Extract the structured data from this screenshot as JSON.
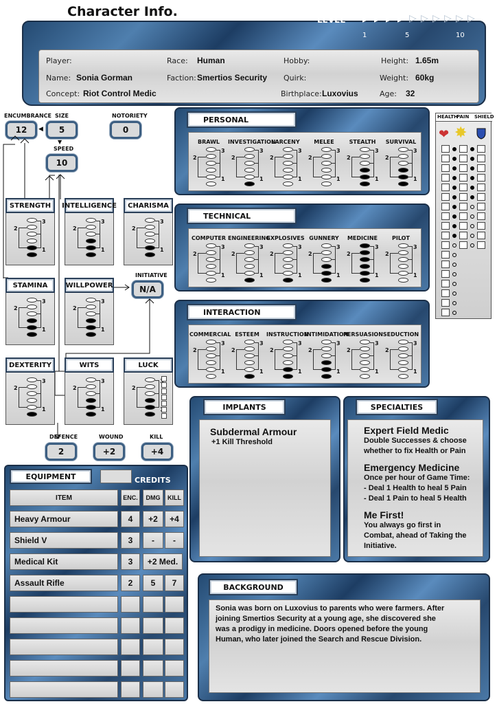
{
  "title": "Character Info.",
  "level": {
    "label": "LEVEL",
    "marks": [
      "1",
      "5",
      "10"
    ],
    "filled": 4,
    "total": 10
  },
  "info": {
    "player_label": "Player:",
    "player": "",
    "race_label": "Race:",
    "race": "Human",
    "hobby_label": "Hobby:",
    "hobby": "",
    "height_label": "Height:",
    "height": "1.65m",
    "name_label": "Name:",
    "name": "Sonia Gorman",
    "faction_label": "Faction:",
    "faction": "Smertios Security",
    "quirk_label": "Quirk:",
    "quirk": "",
    "weight_label": "Weight:",
    "weight": "60kg",
    "concept_label": "Concept:",
    "concept": "Riot Control Medic",
    "birthplace_label": "Birthplace:",
    "birthplace": "Luxovius",
    "age_label": "Age:",
    "age": "32"
  },
  "derived": {
    "encumbrance_label": "ENCUMBRANCE",
    "encumbrance": "12",
    "size_label": "SIZE",
    "size": "5",
    "notoriety_label": "NOTORIETY",
    "notoriety": "0",
    "speed_label": "SPEED",
    "speed": "10",
    "initiative_label": "INITIATIVE",
    "initiative": "N/A",
    "defence_label": "DEFENCE",
    "defence": "2",
    "wound_label": "WOUND",
    "wound": "+2",
    "kill_label": "KILL",
    "kill": "+4"
  },
  "attributes": [
    {
      "name": "STRENGTH",
      "rating": 2
    },
    {
      "name": "INTELLIGENCE",
      "rating": 3
    },
    {
      "name": "CHARISMA",
      "rating": 2
    },
    {
      "name": "STAMINA",
      "rating": 3
    },
    {
      "name": "WILLPOWER",
      "rating": 3
    },
    {
      "name": "DEXTERITY",
      "rating": 1
    },
    {
      "name": "WITS",
      "rating": 3
    },
    {
      "name": "LUCK",
      "rating": 3
    }
  ],
  "ladder_labels": [
    "3",
    "2",
    "1"
  ],
  "skill_groups": [
    {
      "title": "PERSONAL",
      "skills": [
        {
          "name": "BRAWL",
          "rating": 0
        },
        {
          "name": "INVESTIGATION",
          "rating": 1
        },
        {
          "name": "LARCENY",
          "rating": 0
        },
        {
          "name": "MELEE",
          "rating": 0
        },
        {
          "name": "STEALTH",
          "rating": 3
        },
        {
          "name": "SURVIVAL",
          "rating": 3
        }
      ]
    },
    {
      "title": "TECHNICAL",
      "skills": [
        {
          "name": "COMPUTER",
          "rating": 0
        },
        {
          "name": "ENGINEERING",
          "rating": 1
        },
        {
          "name": "EXPLOSIVES",
          "rating": 1
        },
        {
          "name": "GUNNERY",
          "rating": 3
        },
        {
          "name": "MEDICINE",
          "rating": 6
        },
        {
          "name": "PILOT",
          "rating": 0
        }
      ]
    },
    {
      "title": "INTERACTION",
      "skills": [
        {
          "name": "COMMERCIAL",
          "rating": 0
        },
        {
          "name": "ESTEEM",
          "rating": 1
        },
        {
          "name": "INSTRUCTION",
          "rating": 2
        },
        {
          "name": "INTIMIDATION",
          "rating": 3
        },
        {
          "name": "PERSUASION",
          "rating": 0
        },
        {
          "name": "SEDUCTION",
          "rating": 0
        }
      ]
    }
  ],
  "tracker": {
    "headers": [
      "HEALTH",
      "PAIN",
      "SHIELD"
    ],
    "health_filled": 0,
    "pain_filled": 10,
    "shield_filled": 6
  },
  "implants": {
    "title": "IMPLANTS",
    "name": "Subdermal Armour",
    "effect": "+1 Kill Threshold"
  },
  "specialties": {
    "title": "SPECIALTIES",
    "items": [
      {
        "name": "Expert Field Medic",
        "lines": [
          "Double Successes & choose",
          "whether to fix Health or Pain"
        ]
      },
      {
        "name": "Emergency Medicine",
        "lines": [
          "Once per hour of Game Time:",
          "- Deal 1 Health to heal 5 Pain",
          "- Deal 1 Pain to heal 5 Health"
        ]
      },
      {
        "name": "Me First!",
        "lines": [
          "You always go first in",
          "Combat, ahead of Taking the",
          "Initiative."
        ]
      }
    ]
  },
  "background": {
    "title": "BACKGROUND",
    "lines": [
      "Sonia was born on Luxovius to parents who were farmers. After",
      "joining Smertios Security at a young age, she discovered she",
      "was a prodigy in medicine. Doors opened before the young",
      "Human, who later joined the Search and Rescue Division."
    ]
  },
  "equipment": {
    "title": "EQUIPMENT",
    "credits_label": "CREDITS",
    "credits": "",
    "headers": [
      "ITEM",
      "ENC.",
      "DMG",
      "KILL"
    ],
    "rows": [
      [
        "Heavy Armour",
        "4",
        "+2",
        "+4"
      ],
      [
        "Shield V",
        "3",
        "-",
        "-"
      ],
      [
        "Medical Kit",
        "3",
        "+2 Med.",
        ""
      ],
      [
        "Assault Rifle",
        "2",
        "5",
        "7"
      ],
      [
        "",
        "",
        "",
        ""
      ],
      [
        "",
        "",
        "",
        ""
      ],
      [
        "",
        "",
        "",
        ""
      ],
      [
        "",
        "",
        "",
        ""
      ],
      [
        "",
        "",
        "",
        ""
      ]
    ]
  }
}
